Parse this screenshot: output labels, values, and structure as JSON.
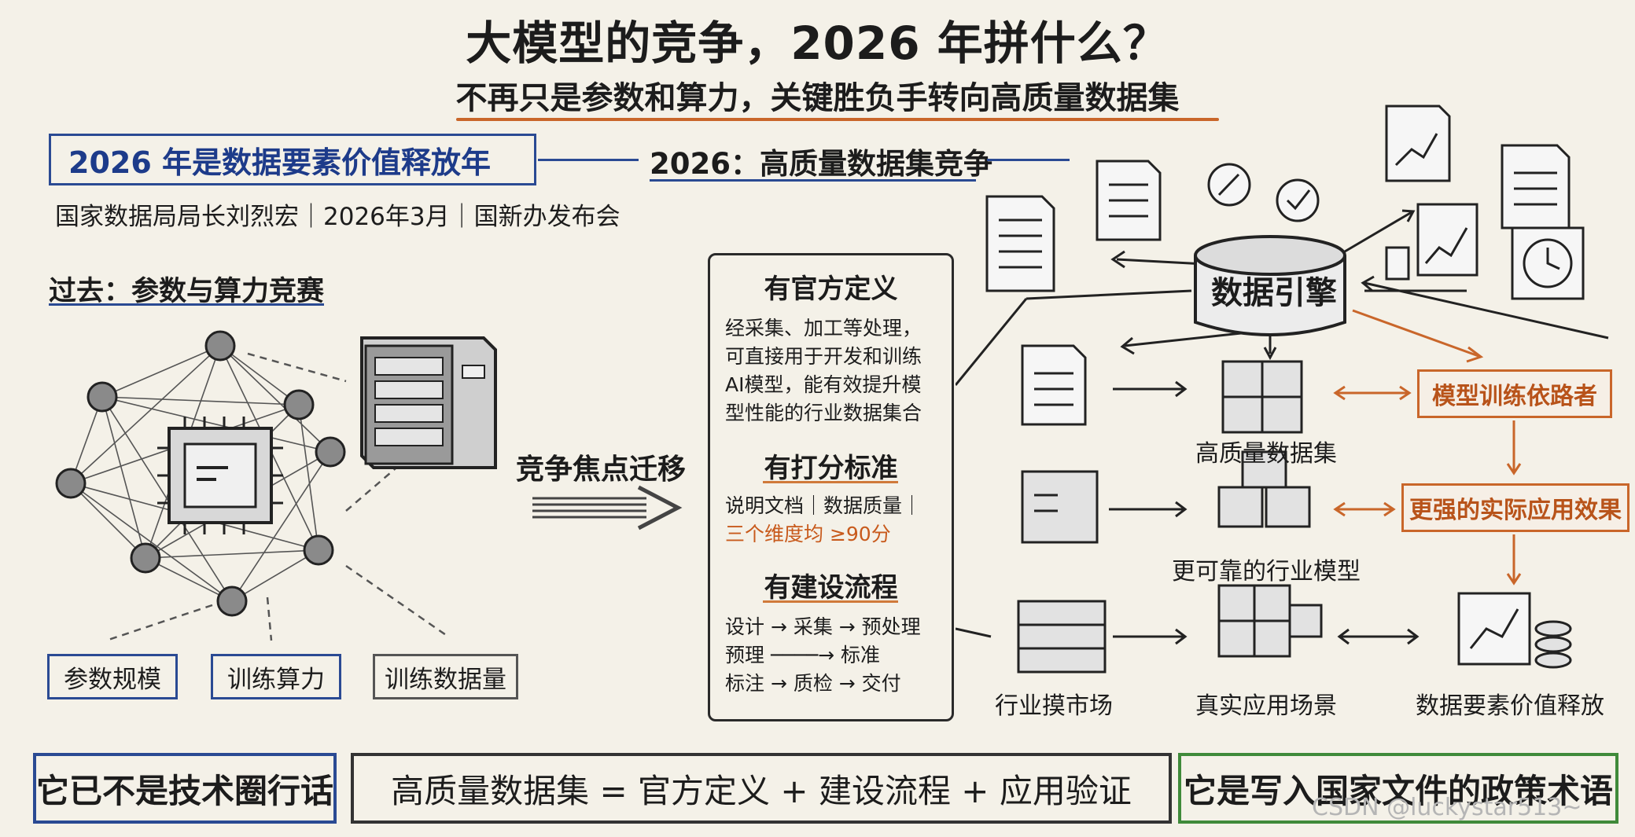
{
  "header": {
    "title": "大模型的竞争，2026 年拼什么？",
    "subtitle": "不再只是参数和算力，关键胜负手转向高质量数据集"
  },
  "headline": {
    "main": "2026 年是数据要素价值释放年",
    "source": "国家数据局局长刘烈宏｜2026年3月｜国新办发布会"
  },
  "section_2026": "2026：高质量数据集竞争",
  "past": {
    "title": "过去：参数与算力竞赛",
    "tags": [
      "参数规模",
      "训练算力",
      "训练数据量"
    ]
  },
  "shift_label": "竞争焦点迁移",
  "definition": {
    "h1": "有官方定义",
    "text1": [
      "经采集、加工等处理，",
      "可直接用于开发和训练",
      "AI模型，能有效提升模",
      "型性能的行业数据集合"
    ],
    "h2": "有打分标准",
    "text2a": "说明文档｜数据质量｜",
    "text2b": "三个维度均 ≥90分",
    "h3": "有建设流程",
    "flow": [
      "设计 → 采集 → 预处理",
      "预理 ────→ 标准",
      "标注 → 质检 → 交付"
    ]
  },
  "engine": {
    "label": "数据引擎",
    "nodes": [
      "高质量数据集",
      "更可靠的行业模型",
      "行业摸市场",
      "真实应用场景",
      "数据要素价值释放"
    ],
    "right_boxes": [
      "模型训练依路者",
      "更强的实际应用效果"
    ]
  },
  "bottom": {
    "left": "它已不是技术圈行话",
    "center": "高质量数据集 = 官方定义 + 建设流程 + 应用验证",
    "right": "它是写入国家文件的政策术语"
  },
  "watermark": "CSDN @luckystar513~",
  "colors": {
    "blue": "#2a4a93",
    "orange": "#c9662a",
    "green": "#3f8a3a",
    "ink": "#1c1c1c"
  }
}
